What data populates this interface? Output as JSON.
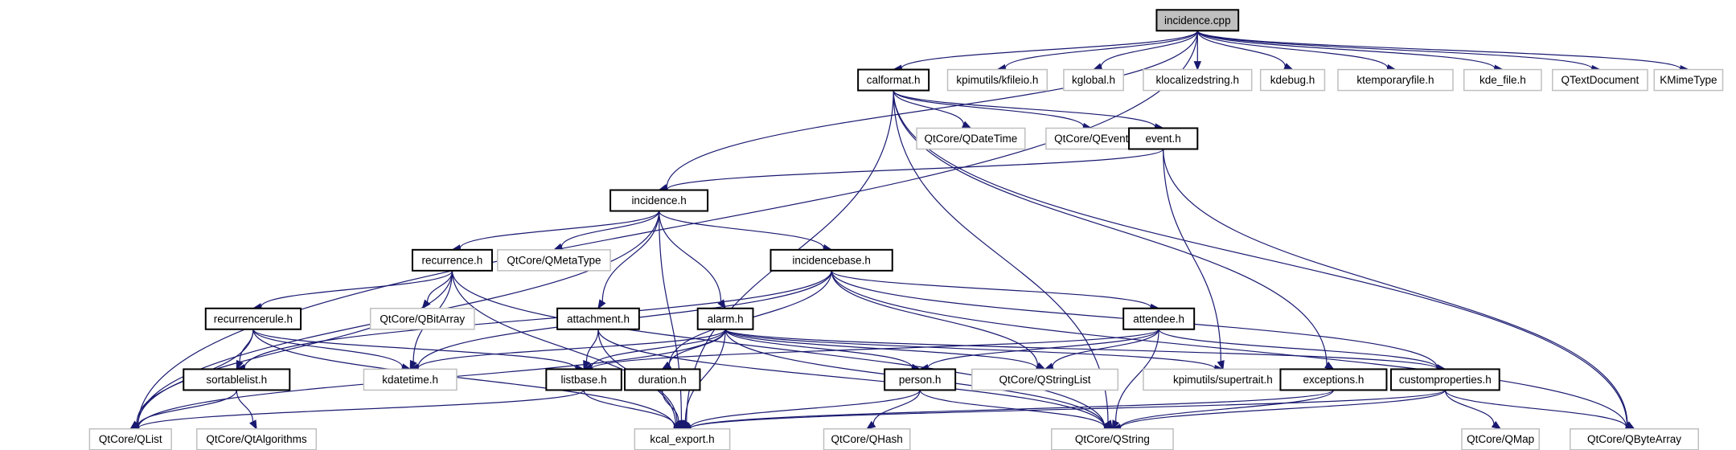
{
  "diagram": {
    "title": "incidence.cpp include dependency graph",
    "edge_color": "#191970",
    "root_fill": "#bfbfbf",
    "local_border": "#000000",
    "external_border": "#bfbfbf",
    "nodes": [
      {
        "id": "incidence_cpp",
        "label": "incidence.cpp",
        "kind": "root"
      },
      {
        "id": "calformat_h",
        "label": "calformat.h",
        "kind": "local"
      },
      {
        "id": "kfileio_h",
        "label": "kpimutils/kfileio.h",
        "kind": "external"
      },
      {
        "id": "kglobal_h",
        "label": "kglobal.h",
        "kind": "external"
      },
      {
        "id": "klocalizedstring_h",
        "label": "klocalizedstring.h",
        "kind": "external"
      },
      {
        "id": "kdebug_h",
        "label": "kdebug.h",
        "kind": "external"
      },
      {
        "id": "ktemporaryfile_h",
        "label": "ktemporaryfile.h",
        "kind": "external"
      },
      {
        "id": "kde_file_h",
        "label": "kde_file.h",
        "kind": "external"
      },
      {
        "id": "qtextdocument",
        "label": "QTextDocument",
        "kind": "external"
      },
      {
        "id": "kmimetype",
        "label": "KMimeType",
        "kind": "external"
      },
      {
        "id": "qdatetime",
        "label": "QtCore/QDateTime",
        "kind": "external"
      },
      {
        "id": "qevent",
        "label": "QtCore/QEvent",
        "kind": "external"
      },
      {
        "id": "event_h",
        "label": "event.h",
        "kind": "local"
      },
      {
        "id": "incidence_h",
        "label": "incidence.h",
        "kind": "local"
      },
      {
        "id": "recurrence_h",
        "label": "recurrence.h",
        "kind": "local"
      },
      {
        "id": "qmetatype",
        "label": "QtCore/QMetaType",
        "kind": "external"
      },
      {
        "id": "incidencebase_h",
        "label": "incidencebase.h",
        "kind": "local"
      },
      {
        "id": "recurrencerule_h",
        "label": "recurrencerule.h",
        "kind": "local"
      },
      {
        "id": "qbitarray",
        "label": "QtCore/QBitArray",
        "kind": "external"
      },
      {
        "id": "attachment_h",
        "label": "attachment.h",
        "kind": "local"
      },
      {
        "id": "alarm_h",
        "label": "alarm.h",
        "kind": "local"
      },
      {
        "id": "attendee_h",
        "label": "attendee.h",
        "kind": "local"
      },
      {
        "id": "sortablelist_h",
        "label": "sortablelist.h",
        "kind": "local"
      },
      {
        "id": "kdatetime_h",
        "label": "kdatetime.h",
        "kind": "external"
      },
      {
        "id": "listbase_h",
        "label": "listbase.h",
        "kind": "local"
      },
      {
        "id": "duration_h",
        "label": "duration.h",
        "kind": "local"
      },
      {
        "id": "person_h",
        "label": "person.h",
        "kind": "local"
      },
      {
        "id": "qstringlist",
        "label": "QtCore/QStringList",
        "kind": "external"
      },
      {
        "id": "supertrait_h",
        "label": "kpimutils/supertrait.h",
        "kind": "external"
      },
      {
        "id": "exceptions_h",
        "label": "exceptions.h",
        "kind": "local"
      },
      {
        "id": "customproperties_h",
        "label": "customproperties.h",
        "kind": "local"
      },
      {
        "id": "qlist",
        "label": "QtCore/QList",
        "kind": "external"
      },
      {
        "id": "qtalgorithms",
        "label": "QtCore/QtAlgorithms",
        "kind": "external"
      },
      {
        "id": "kcal_export_h",
        "label": "kcal_export.h",
        "kind": "external"
      },
      {
        "id": "qhash",
        "label": "QtCore/QHash",
        "kind": "external"
      },
      {
        "id": "qstring",
        "label": "QtCore/QString",
        "kind": "external"
      },
      {
        "id": "qmap",
        "label": "QtCore/QMap",
        "kind": "external"
      },
      {
        "id": "qbytearray",
        "label": "QtCore/QByteArray",
        "kind": "external"
      }
    ],
    "edges": [
      [
        "incidence_cpp",
        "qlist"
      ],
      [
        "incidence_cpp",
        "incidence_h"
      ],
      [
        "incidence_cpp",
        "calformat_h"
      ],
      [
        "incidence_cpp",
        "kfileio_h"
      ],
      [
        "incidence_cpp",
        "kglobal_h"
      ],
      [
        "incidence_cpp",
        "klocalizedstring_h"
      ],
      [
        "incidence_cpp",
        "kdebug_h"
      ],
      [
        "incidence_cpp",
        "ktemporaryfile_h"
      ],
      [
        "incidence_cpp",
        "kde_file_h"
      ],
      [
        "incidence_cpp",
        "qtextdocument"
      ],
      [
        "incidence_cpp",
        "kmimetype"
      ],
      [
        "calformat_h",
        "qdatetime"
      ],
      [
        "calformat_h",
        "qevent"
      ],
      [
        "calformat_h",
        "kcal_export_h"
      ],
      [
        "calformat_h",
        "event_h"
      ],
      [
        "calformat_h",
        "exceptions_h"
      ],
      [
        "calformat_h",
        "qstring"
      ],
      [
        "calformat_h",
        "qbytearray"
      ],
      [
        "event_h",
        "incidence_h"
      ],
      [
        "event_h",
        "supertrait_h"
      ],
      [
        "event_h",
        "qbytearray"
      ],
      [
        "incidence_h",
        "qlist"
      ],
      [
        "incidence_h",
        "recurrence_h"
      ],
      [
        "incidence_h",
        "qmetatype"
      ],
      [
        "incidence_h",
        "incidencebase_h"
      ],
      [
        "incidence_h",
        "attachment_h"
      ],
      [
        "incidence_h",
        "alarm_h"
      ],
      [
        "incidence_h",
        "kcal_export_h"
      ],
      [
        "recurrence_h",
        "recurrencerule_h"
      ],
      [
        "recurrence_h",
        "qbitarray"
      ],
      [
        "recurrence_h",
        "kdatetime_h"
      ],
      [
        "recurrence_h",
        "qlist"
      ],
      [
        "recurrence_h",
        "kcal_export_h"
      ],
      [
        "recurrence_h",
        "qstring"
      ],
      [
        "incidencebase_h",
        "sortablelist_h"
      ],
      [
        "incidencebase_h",
        "kdatetime_h"
      ],
      [
        "incidencebase_h",
        "duration_h"
      ],
      [
        "incidencebase_h",
        "attendee_h"
      ],
      [
        "incidencebase_h",
        "qstringlist"
      ],
      [
        "incidencebase_h",
        "customproperties_h"
      ],
      [
        "incidencebase_h",
        "qbytearray"
      ],
      [
        "recurrencerule_h",
        "sortablelist_h"
      ],
      [
        "recurrencerule_h",
        "kdatetime_h"
      ],
      [
        "recurrencerule_h",
        "listbase_h"
      ],
      [
        "recurrencerule_h",
        "qlist"
      ],
      [
        "recurrencerule_h",
        "kcal_export_h"
      ],
      [
        "attachment_h",
        "listbase_h"
      ],
      [
        "attachment_h",
        "kcal_export_h"
      ],
      [
        "attachment_h",
        "qstring"
      ],
      [
        "alarm_h",
        "kdatetime_h"
      ],
      [
        "alarm_h",
        "listbase_h"
      ],
      [
        "alarm_h",
        "duration_h"
      ],
      [
        "alarm_h",
        "person_h"
      ],
      [
        "alarm_h",
        "qstringlist"
      ],
      [
        "alarm_h",
        "qstring"
      ],
      [
        "alarm_h",
        "customproperties_h"
      ],
      [
        "alarm_h",
        "supertrait_h"
      ],
      [
        "alarm_h",
        "kcal_export_h"
      ],
      [
        "alarm_h",
        "qlist"
      ],
      [
        "attendee_h",
        "listbase_h"
      ],
      [
        "attendee_h",
        "person_h"
      ],
      [
        "attendee_h",
        "qstringlist"
      ],
      [
        "attendee_h",
        "qstring"
      ],
      [
        "attendee_h",
        "customproperties_h"
      ],
      [
        "sortablelist_h",
        "qlist"
      ],
      [
        "sortablelist_h",
        "qtalgorithms"
      ],
      [
        "listbase_h",
        "qlist"
      ],
      [
        "listbase_h",
        "kcal_export_h"
      ],
      [
        "duration_h",
        "kcal_export_h"
      ],
      [
        "person_h",
        "qhash"
      ],
      [
        "person_h",
        "qstring"
      ],
      [
        "person_h",
        "kcal_export_h"
      ],
      [
        "exceptions_h",
        "qstring"
      ],
      [
        "exceptions_h",
        "kcal_export_h"
      ],
      [
        "customproperties_h",
        "qmap"
      ],
      [
        "customproperties_h",
        "qbytearray"
      ],
      [
        "customproperties_h",
        "qstring"
      ],
      [
        "customproperties_h",
        "kcal_export_h"
      ]
    ]
  }
}
